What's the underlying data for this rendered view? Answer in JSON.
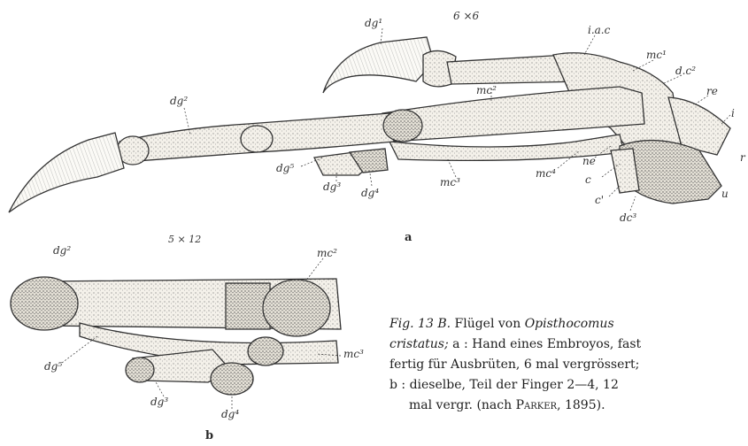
{
  "fig_a": {
    "scale": "6 ×6",
    "panel": "a",
    "labels": {
      "dg1": "dg¹",
      "iac": "i.a.c",
      "mc1": "mc¹",
      "dc2": "d.c²",
      "re": "re",
      "i": "i",
      "r": "r",
      "u": "u",
      "dc3": "dc³",
      "c_prime": "c'",
      "c": "c",
      "ne": "ne",
      "mc2": "mc²",
      "mc4": "mc⁴",
      "mc3": "mc³",
      "dg4": "dg⁴",
      "dg3": "dg³",
      "dg5": "dg⁵",
      "dg2": "dg²"
    }
  },
  "fig_b": {
    "scale": "5 × 12",
    "panel": "b",
    "labels": {
      "dg2": "dg²",
      "mc2": "mc²",
      "dg5": "dg⁵",
      "mc3": "mc³",
      "dg3": "dg³",
      "dg4": "dg⁴"
    }
  },
  "caption": {
    "fig_label": "Fig. 13 B.",
    "text1": " Flügel von ",
    "genus": "Opisthocomus",
    "species": "cristatus;",
    "text2": " a : Hand eines Embroyos, fast",
    "line3": "fertig für Ausbrüten, 6 mal vergrössert;",
    "line4": "b : dieselbe, Teil der Finger 2—4, 12",
    "line5_a": "mal vergr. (nach ",
    "author": "Parker",
    "line5_b": ", 1895)."
  }
}
